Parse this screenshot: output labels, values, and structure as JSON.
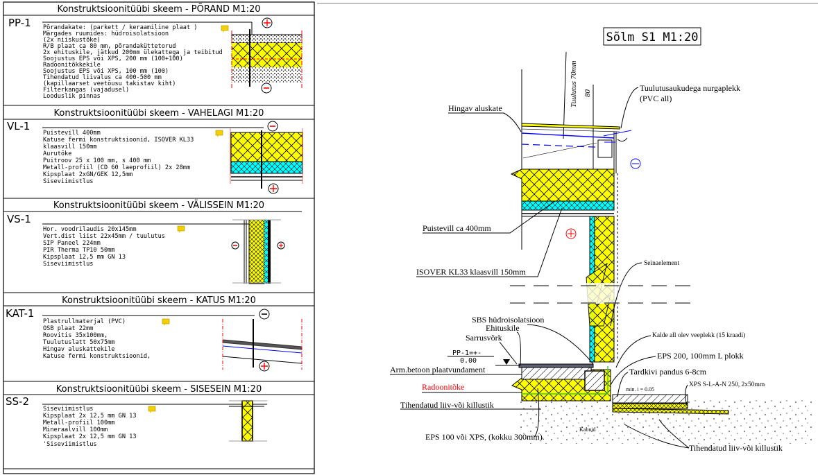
{
  "sections": [
    {
      "header": "Konstruktsioonitüübi skeem - PÕRAND M1:20",
      "code": "PP-1",
      "lines": [
        "Põrandakate: (parkett / keraamiline plaat )",
        "Märgades ruumides: hüdroisolatsioon",
        "(2x niiskustõke)",
        "R/B plaat ca 80 mm, põrandaküttetorud",
        "2x ehituskile, jätkud 200mm ülekattega ja teibitud",
        "Soojustus EPS või XPS, 200 mm (100+100)",
        "Radoonitõkkekile",
        "Soojustus EPS või XPS, 100 mm (100)",
        "Tihendatud liivalus ca 400-500 mm",
        "(kapillaarset veetõusu takistav kiht)",
        "Filterkangas (vajadusel)",
        "Looduslik pinnas"
      ]
    },
    {
      "header": "Konstruktsioonitüübi skeem - VAHELAGI M1:20",
      "code": "VL-1",
      "lines": [
        "Puistevill 400mm",
        "Katuse fermi konstruktsioonid, ISOVER KL33",
        "klaasvill 150mm",
        "Aurutõke",
        "Puitroov 25 x 100 mm, s 400 mm",
        "Metall-profiil (CD 60 laeprofiil) 2x 28mm",
        "Kipsplaat 2xGN/GEK 12,5mm",
        "Siseviimistlus"
      ]
    },
    {
      "header": "Konstruktsioonitüübi skeem - VÄLISSEIN M1:20",
      "code": "VS-1",
      "lines": [
        "Hor. voodrilaudis  20x145mm",
        "Vert.dist liist 22x45mm / tuulutus",
        "SIP Paneel 224mm",
        "PIR Therma TP10 50mm",
        "Kipsplaat 12,5 mm GN 13",
        "Siseviimistlus"
      ]
    },
    {
      "header": "Konstruktsioonitüübi skeem - KATUS M1:20",
      "code": "KAT-1",
      "lines": [
        "Plastrullmaterjal (PVC)",
        "OSB plaat 22mm",
        "Roovitis 35x100mm,",
        "Tuulutuslatt 50x75mm",
        "Hingav aluskattekile",
        "Katuse fermi konstruktsioonid,"
      ]
    },
    {
      "header": "Konstruktsioonitüübi skeem - SISESEIN M1:20",
      "code": "SS-2",
      "lines": [
        "Siseviimistlus",
        "Kipsplaat 2x 12,5 mm GN 13",
        "Metall-profiil 100mm",
        "Mineraalvill 100mm",
        "Kipsplaat 2x 12,5 mm GN 13",
        "'Siseviimistlus"
      ]
    }
  ],
  "detail": {
    "title": "Sõlm S1 M1:20",
    "dim_ventilation": "Tuulutus 70mm",
    "dim_80": "80",
    "labels": {
      "hingav": "Hingav aluskate",
      "tuulutusaukudega": "Tuulutusaukudega nurgaplekk",
      "pvc_all": "(PVC all)",
      "puistevill": "Puistevill ca 400mm",
      "isover": "ISOVER KL33 klaasvill 150mm",
      "seinaelement": "Seinaelement",
      "sbs": "SBS hüdroisolatsioon",
      "ehituskile": "Ehituskile",
      "sarrusvork": "Sarrusvõrk",
      "kalde": "Kalde all olev veeplekk (15 kraadi)",
      "eps200": "EPS 200, 100mm L plokk",
      "tardkivi": "Tardkivi pandus 6-8cm",
      "xps": "XPS S-L-A-N 250, 2x50mm",
      "slope": "min. i = 0.05",
      "armbetoon": "Arm.betoon plaatvundament",
      "radoon": "Radoonitõke",
      "tihendatud1": "Tihendatud liiv-või killustik",
      "eps100": "EPS 100 või XPS, (kokku 300mm).",
      "kabnid": "Kabnid",
      "tihendatud2": "Tihendatud liiv-või killustik",
      "level_code": "PP-1=+-",
      "level_value": "0.00"
    },
    "colors": {
      "insulation": "#ffff00",
      "pir": "#00ffff",
      "radon": "#ff0000",
      "membrane": "#0000ff",
      "green_line": "#33cc33"
    }
  }
}
